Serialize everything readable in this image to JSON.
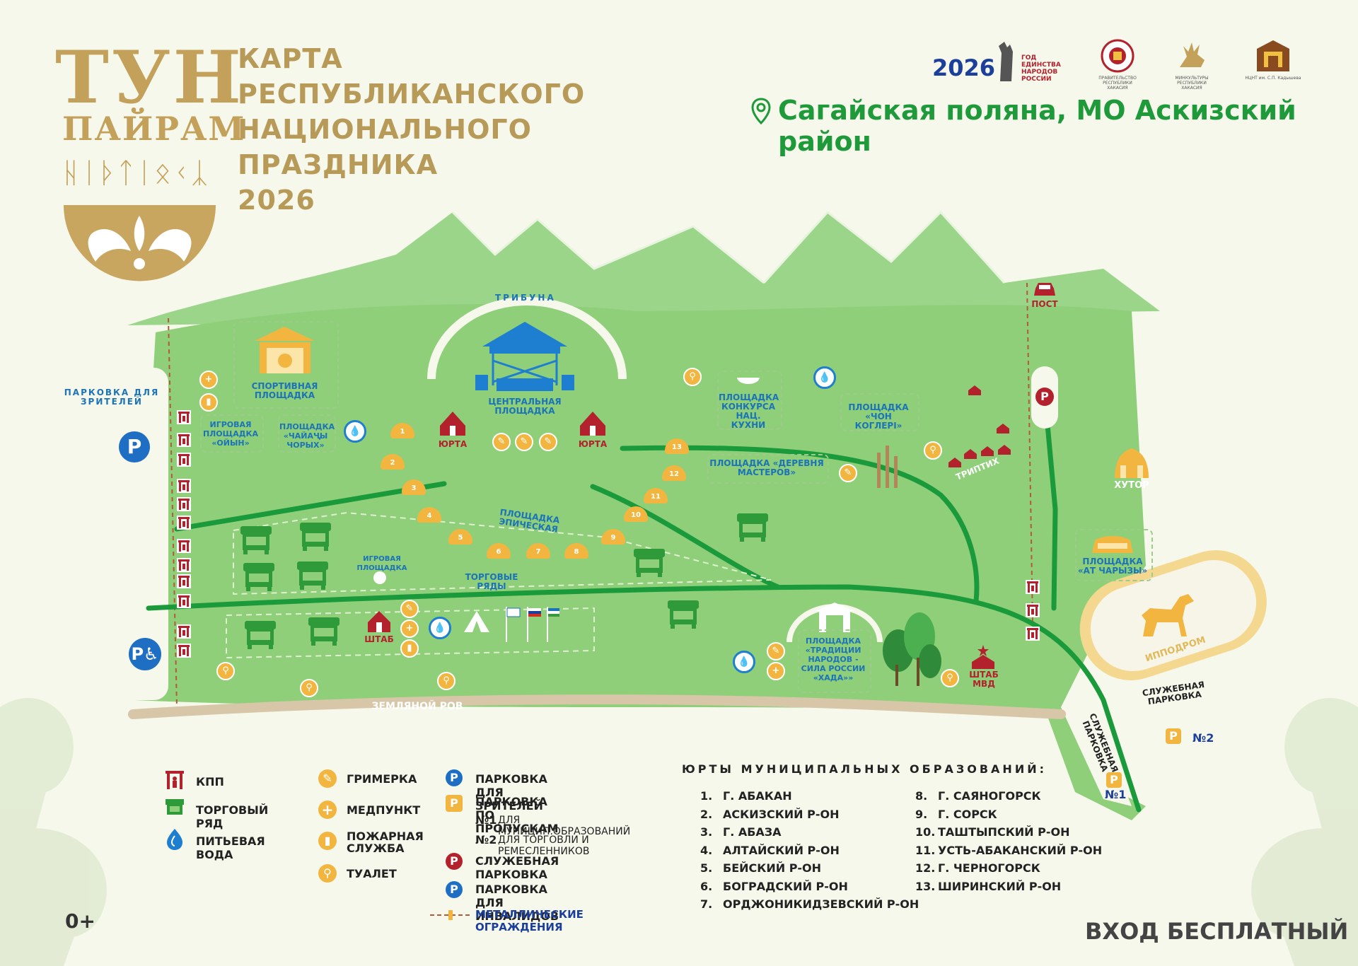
{
  "header": {
    "logo_line1": "ТУН",
    "logo_line2": "ПАЙРАМ",
    "runes": "ᚺᛁᚦᛏᛁᛟᚲᛣ",
    "title_lines": [
      "КАРТА",
      "РЕСПУБЛИКАНСКОГО",
      "НАЦИОНАЛЬНОГО",
      "ПРАЗДНИКА",
      "2026"
    ],
    "location": "Сагайская поляна, МО Аскизский район",
    "partner_logos": [
      {
        "year": "2026",
        "text": "ГОД ЕДИНСТВА НАРОДОВ РОССИИ"
      },
      {
        "text": "ПРАВИТЕЛЬСТВО РЕСПУБЛИКИ ХАКАСИЯ"
      },
      {
        "text": "МИНКУЛЬТУРЫ РЕСПУБЛИКИ ХАКАСИЯ"
      },
      {
        "text": "НЦНТ им. С.П. Кадышева"
      }
    ]
  },
  "map": {
    "tribuna": "ТРИБУНА",
    "central": "ЦЕНТРАЛЬНАЯ ПЛОЩАДКА",
    "sport": "СПОРТИВНАЯ ПЛОЩАДКА",
    "parking_viewers": "ПАРКОВКА ДЛЯ ЗРИТЕЛЕЙ",
    "game_oyin": "ИГРОВАЯ ПЛОЩАДКА «ОЙЫН»",
    "chai": "ПЛОЩАДКА «ЧАЙАҶЫ ЧОРЫХ»",
    "yurta1": "ЮРТА",
    "yurta2": "ЮРТА",
    "kitchen": "ПЛОЩАДКА КОНКУРСА НАЦ. КУХНИ",
    "chon": "ПЛОЩАДКА «ЧОН КОГЛЕРI»",
    "post": "ПОСТ",
    "masters": "ПЛОЩАДКА «ДЕРЕВНЯ МАСТЕРОВ»",
    "triptych": "ТРИПТИХ",
    "khutor": "ХУТОР",
    "epic": "ПЛОЩАДКА ЭПИЧЕСКАЯ",
    "game_small": "ИГРОВАЯ ПЛОЩАДКА",
    "trade_rows": "ТОРГОВЫЕ РЯДЫ",
    "at_charyzy": "ПЛОЩАДКА «АТ ЧАРЫЗЫ»",
    "hippodrome": "ИППОДРОМ",
    "shtab": "ШТАБ",
    "traditions": "ПЛОЩАДКА «ТРАДИЦИИ НАРОДОВ - СИЛА РОССИИ «ХАДА»»",
    "shtab_mvd": "ШТАБ МВД",
    "ditch": "ЗЕМЛЯНОЙ РОВ",
    "service_parking_1": "СЛУЖЕБНАЯ ПАРКОВКА",
    "service_parking_2": "СЛУЖЕБНАЯ ПАРКОВКА",
    "no1": "№1",
    "no2": "№2",
    "yurt_numbers": [
      "1",
      "2",
      "3",
      "4",
      "5",
      "6",
      "7",
      "8",
      "9",
      "10",
      "11",
      "12",
      "13"
    ]
  },
  "legend": {
    "kpp": "КПП",
    "trade": "ТОРГОВЫЙ РЯД",
    "water": "ПИТЬЕВАЯ ВОДА",
    "makeup": "ГРИМЕРКА",
    "med": "МЕДПУНКТ",
    "fire": "ПОЖАРНАЯ СЛУЖБА",
    "toilet": "ТУАЛЕТ",
    "p_viewers": "ПАРКОВКА ДЛЯ ЗРИТЕЛЕЙ",
    "p_pass": "ПАРКОВКА ПО ПРОПУСКАМ",
    "p_pass_1_num": "№1",
    "p_pass_1": "ДЛЯ МУНИЦИП.ОБРАЗОВАНИЙ",
    "p_pass_2_num": "№2",
    "p_pass_2": "ДЛЯ ТОРГОВЛИ И РЕМЕСЛЕННИКОВ",
    "p_service": "СЛУЖЕБНАЯ ПАРКОВКА",
    "p_disabled": "ПАРКОВКА ДЛЯ ИНВАЛИДОВ",
    "fences": "МЕТАЛЛИЧЕСКИЕ ОГРАЖДЕНИЯ"
  },
  "yurts_title": "ЮРТЫ МУНИЦИПАЛЬНЫХ ОБРАЗОВАНИЙ:",
  "yurts": [
    {
      "n": "1.",
      "name": "Г. АБАКАН"
    },
    {
      "n": "2.",
      "name": "АСКИЗСКИЙ Р-ОН"
    },
    {
      "n": "3.",
      "name": "Г. АБАЗА"
    },
    {
      "n": "4.",
      "name": "АЛТАЙСКИЙ Р-ОН"
    },
    {
      "n": "5.",
      "name": "БЕЙСКИЙ Р-ОН"
    },
    {
      "n": "6.",
      "name": "БОГРАДСКИЙ Р-ОН"
    },
    {
      "n": "7.",
      "name": "ОРДЖОНИКИДЗЕВСКИЙ Р-ОН"
    },
    {
      "n": "8.",
      "name": "Г. САЯНОГОРСК"
    },
    {
      "n": "9.",
      "name": "Г. СОРСК"
    },
    {
      "n": "10.",
      "name": "ТАШТЫПСКИЙ Р-ОН"
    },
    {
      "n": "11.",
      "name": "УСТЬ-АБАКАНСКИЙ Р-ОН"
    },
    {
      "n": "12.",
      "name": "Г. ЧЕРНОГОРСК"
    },
    {
      "n": "13.",
      "name": "ШИРИНСКИЙ Р-ОН"
    }
  ],
  "age": "0+",
  "entry": "ВХОД БЕСПЛАТНЫЙ",
  "colors": {
    "gold": "#c4a15a",
    "green": "#1f9a3a",
    "field": "#8fcf7a",
    "blue": "#1b73b8",
    "red": "#b3212c"
  }
}
